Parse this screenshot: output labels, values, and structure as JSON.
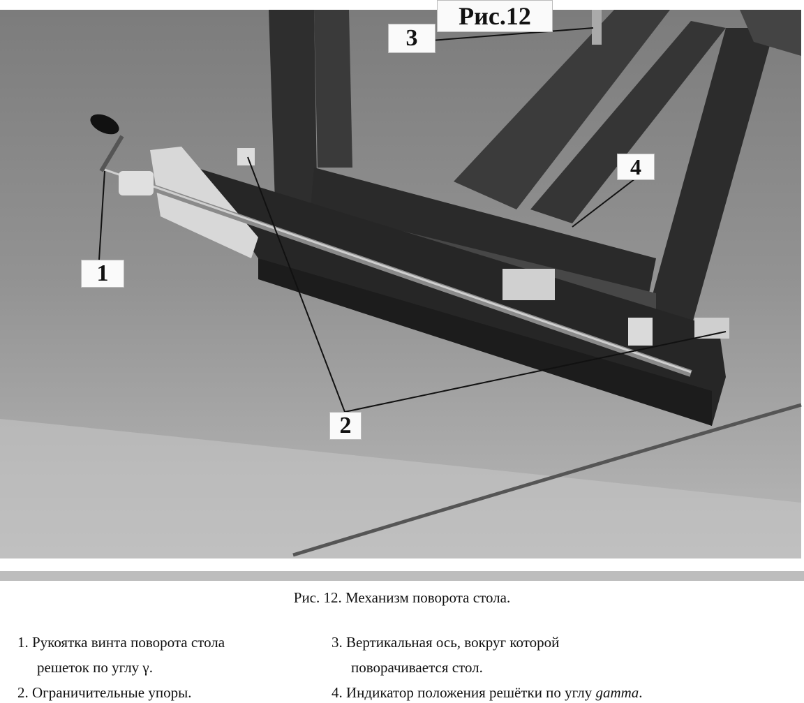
{
  "photo": {
    "figure_label": "Рис.12",
    "callouts": [
      "1",
      "2",
      "3",
      "4"
    ]
  },
  "caption": "Рис. 12. Механизм поворота стола.",
  "legend": [
    {
      "number": "1.",
      "lines": [
        "Рукоятка винта поворота стола",
        "решеток по углу γ."
      ]
    },
    {
      "number": "2.",
      "lines": [
        "Ограничительные упоры."
      ]
    },
    {
      "number": "3.",
      "lines": [
        "Вертикальная ось, вокруг которой",
        "поворачивается стол."
      ]
    },
    {
      "number": "4.",
      "lines": [
        "Индикатор положения решётки по углу"
      ],
      "italic_suffix": "gamma",
      "end": "."
    }
  ]
}
